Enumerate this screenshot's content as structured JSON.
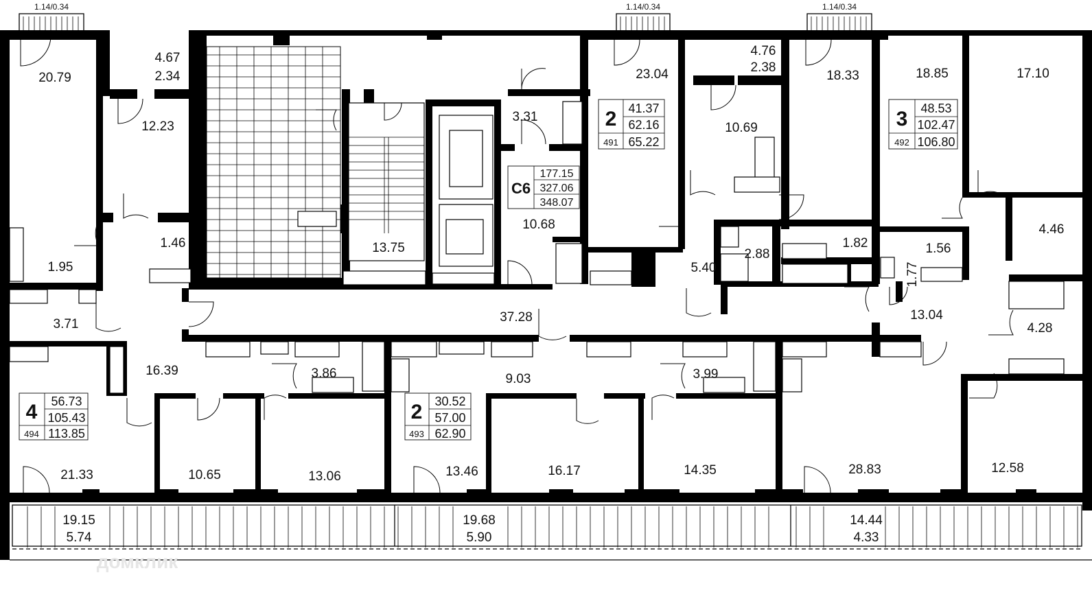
{
  "balcony_labels": [
    "1.14/0.34",
    "1.14/0.34",
    "1.14/0.34"
  ],
  "loggias": [
    {
      "area": "4.67",
      "reduced": "2.34"
    },
    {
      "area": "4.76",
      "reduced": "2.38"
    },
    {
      "area": "19.15",
      "reduced": "5.74"
    },
    {
      "area": "19.68",
      "reduced": "5.90"
    },
    {
      "area": "14.44",
      "reduced": "4.33"
    }
  ],
  "rooms": [
    "20.79",
    "12.23",
    "1.46",
    "1.95",
    "3.71",
    "16.39",
    "21.33",
    "10.65",
    "13.06",
    "3.86",
    "13.75",
    "3.31",
    "10.68",
    "37.28",
    "9.03",
    "13.46",
    "16.17",
    "14.35",
    "3.99",
    "23.04",
    "10.69",
    "18.33",
    "2.88",
    "5.40",
    "1.82",
    "18.85",
    "17.10",
    "1.56",
    "1.77",
    "4.46",
    "13.04",
    "4.28",
    "28.83",
    "12.58"
  ],
  "apartments": [
    {
      "rooms": "4",
      "living": "56.73",
      "total": "105.43",
      "number": "494",
      "area_with_balcony": "113.85"
    },
    {
      "rooms": "2",
      "living": "30.52",
      "total": "57.00",
      "number": "493",
      "area_with_balcony": "62.90"
    },
    {
      "rooms": "2",
      "living": "41.37",
      "total": "62.16",
      "number": "491",
      "area_with_balcony": "65.22"
    },
    {
      "rooms": "3",
      "living": "48.53",
      "total": "102.47",
      "number": "492",
      "area_with_balcony": "106.80"
    }
  ],
  "commercial": {
    "label": "С6",
    "v1": "177.15",
    "v2": "327.06",
    "v3": "348.07"
  },
  "watermark": "домклик"
}
